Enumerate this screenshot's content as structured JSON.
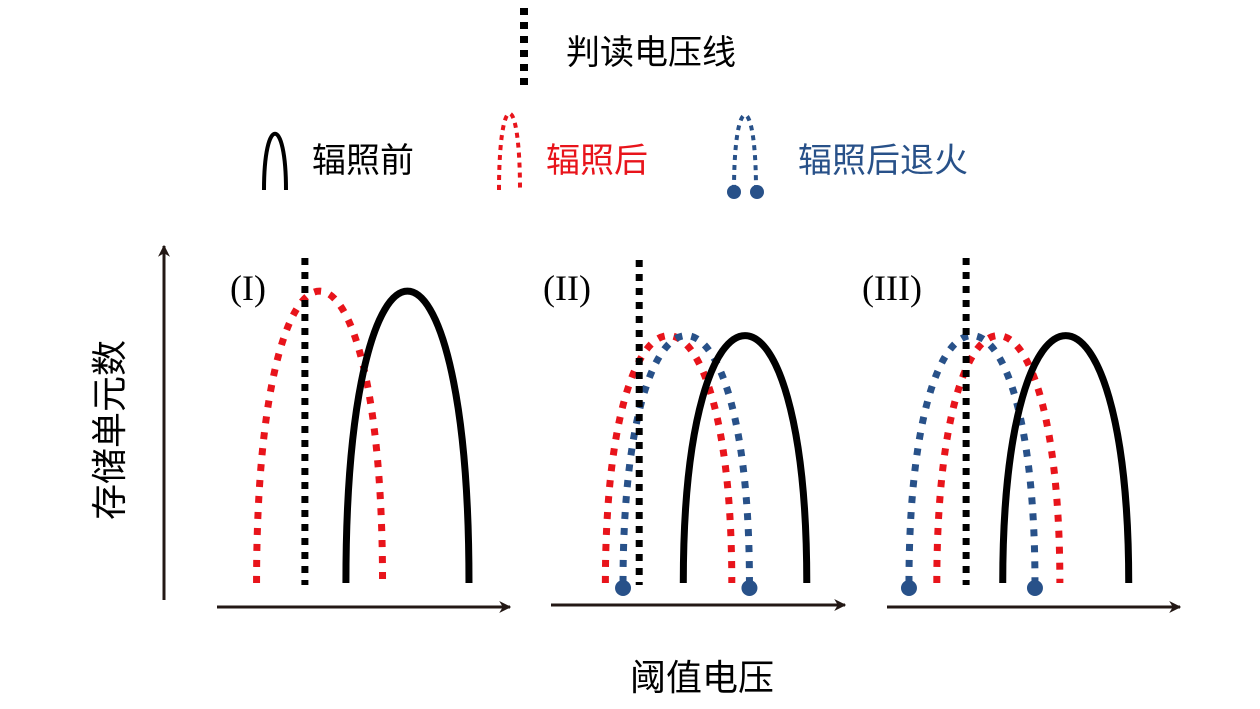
{
  "legend": {
    "read_voltage": {
      "label": "判读电压线",
      "color": "#000000",
      "style": "dotted"
    },
    "series": [
      {
        "key": "before",
        "label": "辐照前",
        "color": "#000000",
        "style": "solid"
      },
      {
        "key": "after",
        "label": "辐照后",
        "color": "#e8141b",
        "style": "dotted"
      },
      {
        "key": "annealed",
        "label": "辐照后退火",
        "color": "#285189",
        "style": "dotted-with-end-dots"
      }
    ]
  },
  "axes": {
    "y_title": "存储单元数",
    "x_title": "阈值电压"
  },
  "colors": {
    "black": "#000000",
    "red": "#e8141b",
    "blue": "#285189",
    "axis": "#231815"
  },
  "chart_data": {
    "type": "line",
    "title": "",
    "xlabel": "阈值电压",
    "ylabel": "存储单元数",
    "description": "Schematic threshold-voltage distributions of memory cells before irradiation, after irradiation and after post-irradiation annealing, relative to the read voltage line",
    "panels": [
      {
        "label": "(I)",
        "read_voltage_x": 0.3,
        "series": [
          {
            "key": "after",
            "name": "辐照后",
            "center": 0.35,
            "half_width": 0.43,
            "peak": 0.92
          },
          {
            "key": "before",
            "name": "辐照前",
            "center": 0.65,
            "half_width": 0.42,
            "peak": 0.92
          }
        ]
      },
      {
        "label": "(II)",
        "read_voltage_x": 0.3,
        "series": [
          {
            "key": "after",
            "name": "辐照后",
            "center": 0.4,
            "half_width": 0.43,
            "peak": 0.78
          },
          {
            "key": "annealed",
            "name": "辐照后退火",
            "center": 0.46,
            "half_width": 0.43,
            "peak": 0.78
          },
          {
            "key": "before",
            "name": "辐照前",
            "center": 0.66,
            "half_width": 0.42,
            "peak": 0.78
          }
        ]
      },
      {
        "label": "(III)",
        "read_voltage_x": 0.27,
        "series": [
          {
            "key": "annealed",
            "name": "辐照后退火",
            "center": 0.29,
            "half_width": 0.43,
            "peak": 0.78
          },
          {
            "key": "after",
            "name": "辐照后",
            "center": 0.38,
            "half_width": 0.42,
            "peak": 0.78
          },
          {
            "key": "before",
            "name": "辐照前",
            "center": 0.61,
            "half_width": 0.43,
            "peak": 0.78
          }
        ]
      }
    ]
  }
}
